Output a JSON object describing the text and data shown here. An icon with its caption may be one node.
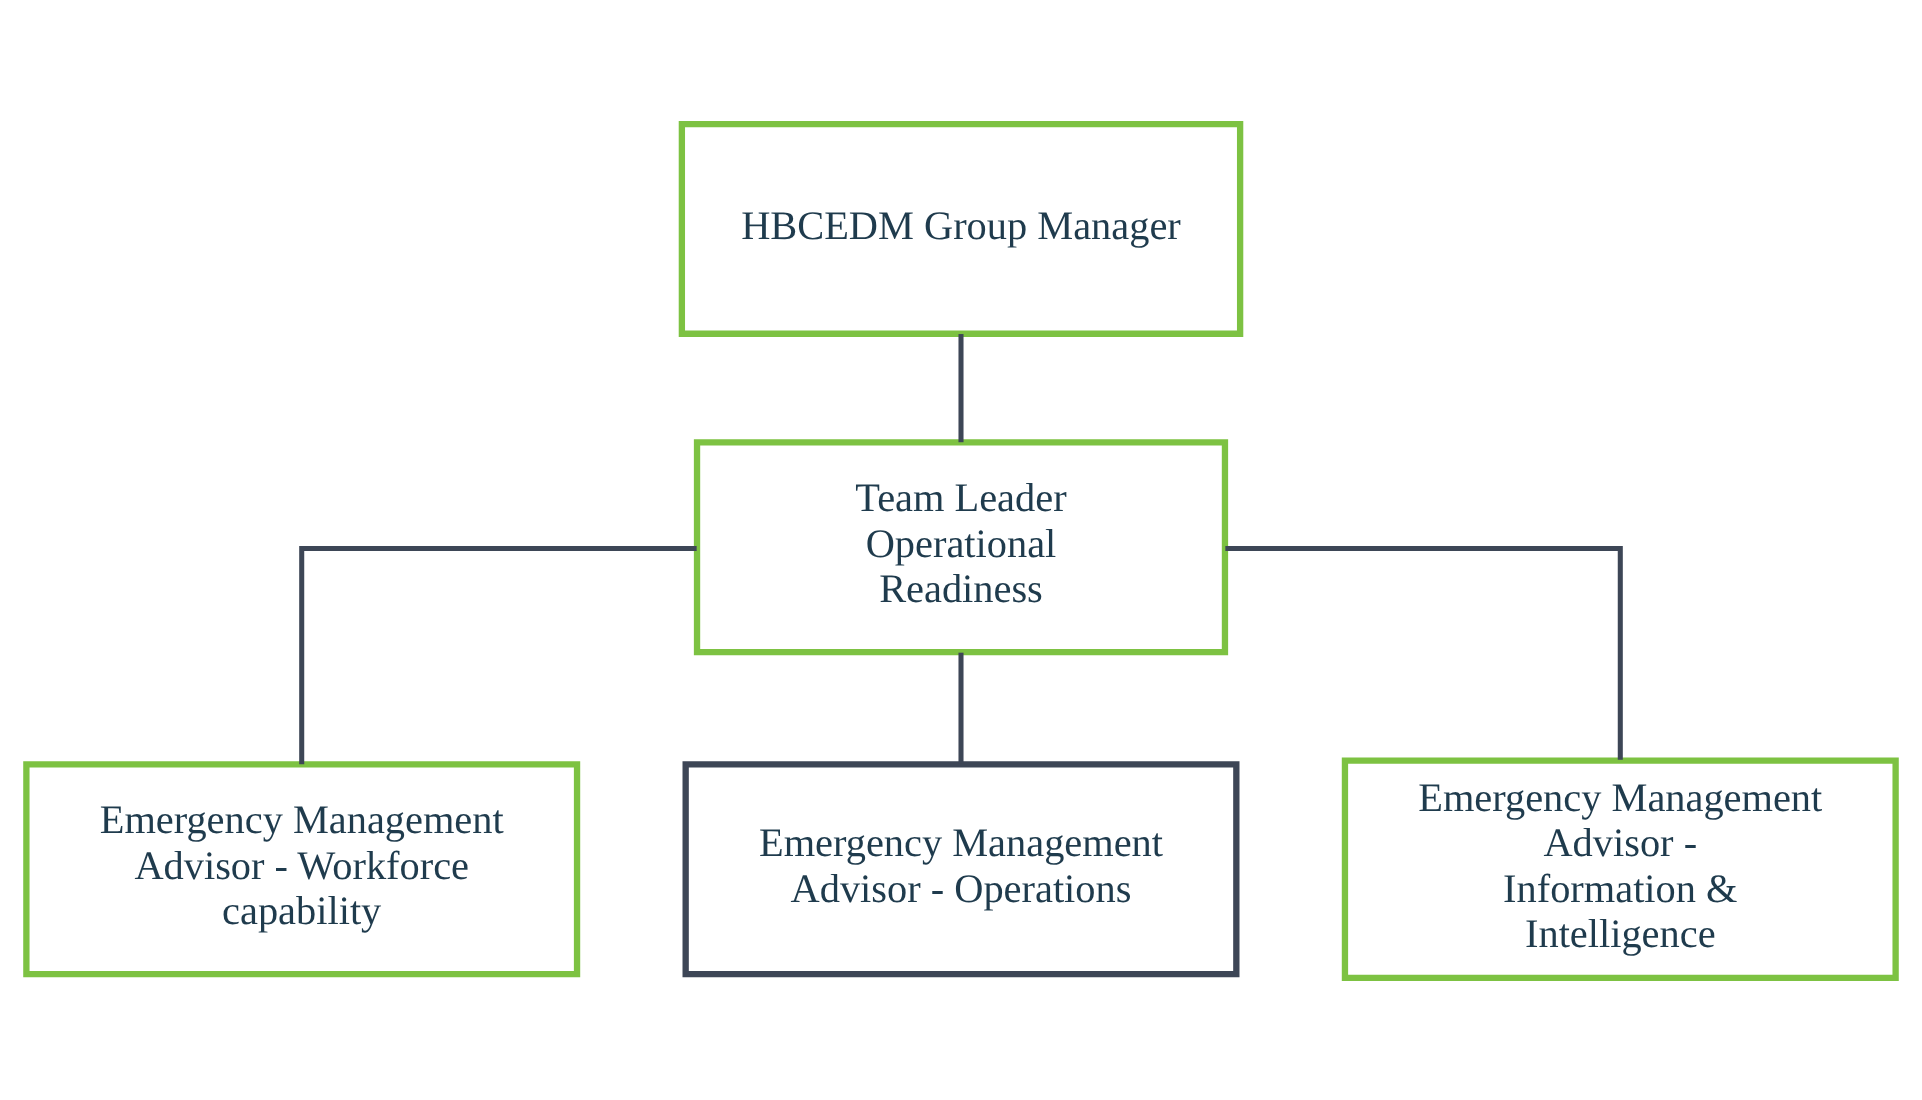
{
  "diagram": {
    "nodes": [
      {
        "text": [
          "HBCEDM Group Manager"
        ]
      },
      {
        "text": [
          "Team Leader Operational Readiness"
        ]
      },
      {
        "text": [
          "Emergency Management Advisor - Workforce capability"
        ]
      },
      {
        "text": [
          "Emergency Management Advisor - Operations"
        ]
      },
      {
        "text": [
          "Emergency Management Advisor - Information & Intelligence"
        ]
      }
    ],
    "edges": [
      {
        "from": 0,
        "to": 1,
        "arrow": "none"
      },
      {
        "from": 1,
        "to": 2,
        "arrow": "none"
      },
      {
        "from": 1,
        "to": 3,
        "arrow": "none"
      },
      {
        "from": 1,
        "to": 4,
        "arrow": "none"
      }
    ]
  }
}
